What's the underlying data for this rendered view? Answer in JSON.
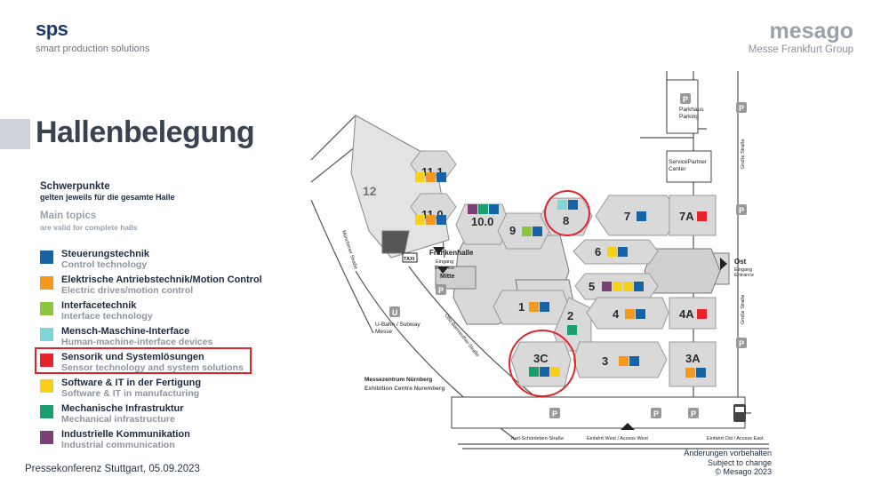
{
  "header": {
    "brand_name": "sps",
    "brand_tagline": "smart production solutions",
    "org_name": "mesago",
    "org_sub": "Messe Frankfurt Group"
  },
  "page_title": "Hallenbelegung",
  "topics": {
    "de_title": "Schwerpunkte",
    "de_sub": "gelten jeweils für die gesamte Halle",
    "en_title": "Main topics",
    "en_sub": "are valid for complete halls"
  },
  "colors": {
    "control": "#1565a6",
    "drives": "#f39a1e",
    "interface": "#8cc63f",
    "hmi": "#7fd6d8",
    "sensor": "#e5232b",
    "software": "#f7d117",
    "mechanical": "#1aa06e",
    "communication": "#7d3f77",
    "highlight": "#e0242b"
  },
  "legend": [
    {
      "de": "Steuerungstechnik",
      "en": "Control technology",
      "color": "#1565a6"
    },
    {
      "de": "Elektrische Antriebstechnik/Motion Control",
      "en": "Electric drives/motion control",
      "color": "#f39a1e"
    },
    {
      "de": "Interfacetechnik",
      "en": "Interface technology",
      "color": "#8cc63f"
    },
    {
      "de": "Mensch-Maschine-Interface",
      "en": "Human-machine-interface devices",
      "color": "#7fd6d8"
    },
    {
      "de": "Sensorik und Systemlösungen",
      "en": "Sensor technology and system solutions",
      "color": "#e5232b"
    },
    {
      "de": "Software & IT in der Fertigung",
      "en": "Software & IT in manufacturing",
      "color": "#f7d117"
    },
    {
      "de": "Mechanische Infrastruktur",
      "en": "Mechanical infrastructure",
      "color": "#1aa06e"
    },
    {
      "de": "Industrielle Kommunikation",
      "en": "Industrial communication",
      "color": "#7d3f77"
    }
  ],
  "footer": "Pressekonferenz Stuttgart, 05.09.2023",
  "map": {
    "halls": [
      "12",
      "11.1",
      "11.0",
      "10.0",
      "9",
      "8",
      "7",
      "7A",
      "6",
      "5",
      "1",
      "2",
      "4",
      "4A",
      "3C",
      "3",
      "3A"
    ],
    "labels": {
      "parkhaus_de": "Parkhaus",
      "parkhaus_en": "Parking",
      "servicepartner": "ServicePartner",
      "center": "Center",
      "frankenhalle": "Frankenhalle",
      "eingang": "Eingang",
      "entrance": "Entrance",
      "mitte": "Mitte",
      "ost": "Ost",
      "ubahn": "U-Bahn / Subway",
      "messe": "Messe",
      "messezentrum": "Messezentrum Nürnberg",
      "exhibition": "Exhibition Centre Nuremberg",
      "street_karl": "Karl-Schönleben-Straße",
      "street_muenchener": "Münchener Straße",
      "street_otto": "Otto-Bärnreuther-Straße",
      "street_grosse": "Große Straße",
      "einfahrt_west": "Einfahrt West / Access West",
      "einfahrt_ost": "Einfahrt Ost / Access East",
      "parking_p": "P",
      "ubahn_u": "U",
      "taxi": "TAXI"
    },
    "note": [
      "Änderungen vorbehalten",
      "Subject to change",
      "© Mesago 2023"
    ]
  }
}
